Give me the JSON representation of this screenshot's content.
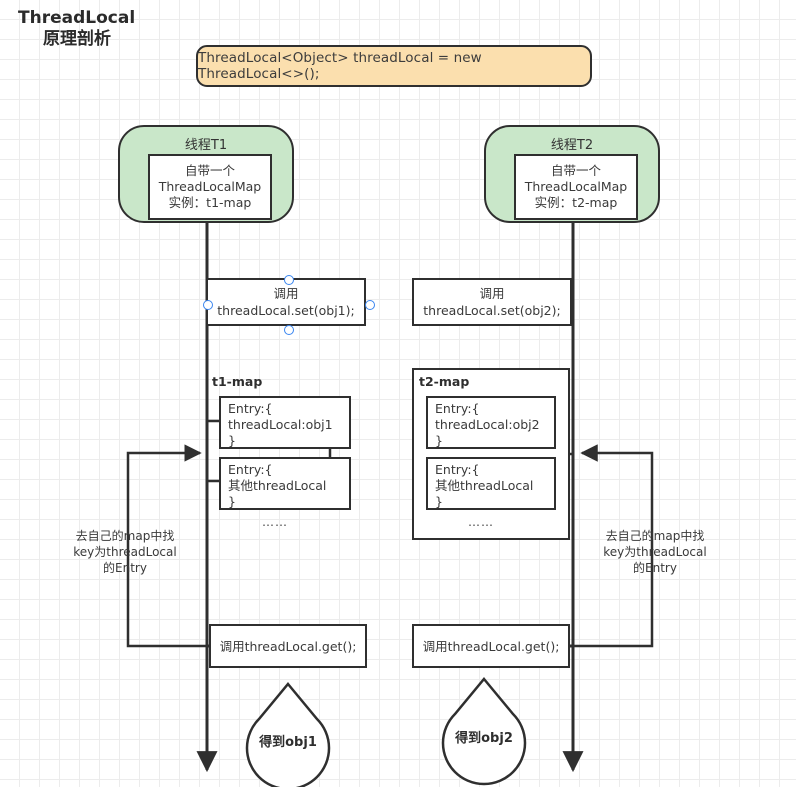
{
  "title": {
    "line1": "ThreadLocal",
    "line2": "原理剖析"
  },
  "declaration": {
    "code": "ThreadLocal<Object> threadLocal = new ThreadLocal<>();"
  },
  "colors": {
    "thread_fill": "#c9e7c9",
    "declaration_fill": "#fbdfae",
    "stroke": "#2f2f2f",
    "grid": "#ececec",
    "selection_handle": "#3a86f0"
  },
  "threads": [
    {
      "id": "t1",
      "header": "线程T1",
      "inner_lines": [
        "自带一个",
        "ThreadLocalMap",
        "实例：t1-map"
      ],
      "set_call": {
        "line1": "调用",
        "line2": "threadLocal.set(obj1);",
        "selected": true
      },
      "map_label": "t1-map",
      "entries": [
        {
          "line1": "Entry:{",
          "line2": "threadLocal:obj1",
          "line3": "}"
        },
        {
          "line1": "Entry:{",
          "line2": "其他threadLocal",
          "line3": "}"
        }
      ],
      "entries_more": "……",
      "annotation": [
        "去自己的map中找",
        "key为threadLocal",
        "的Entry"
      ],
      "get_call": "调用threadLocal.get();",
      "result": "得到obj1"
    },
    {
      "id": "t2",
      "header": "线程T2",
      "inner_lines": [
        "自带一个",
        "ThreadLocalMap",
        "实例：t2-map"
      ],
      "set_call": {
        "line1": "调用",
        "line2": "threadLocal.set(obj2);",
        "selected": false
      },
      "map_label": "t2-map",
      "entries": [
        {
          "line1": "Entry:{",
          "line2": "threadLocal:obj2",
          "line3": "}"
        },
        {
          "line1": "Entry:{",
          "line2": "其他threadLocal",
          "line3": "}"
        }
      ],
      "entries_more": "……",
      "annotation": [
        "去自己的map中找",
        "key为threadLocal",
        "的Entry"
      ],
      "get_call": "调用threadLocal.get();",
      "result": "得到obj2"
    }
  ]
}
